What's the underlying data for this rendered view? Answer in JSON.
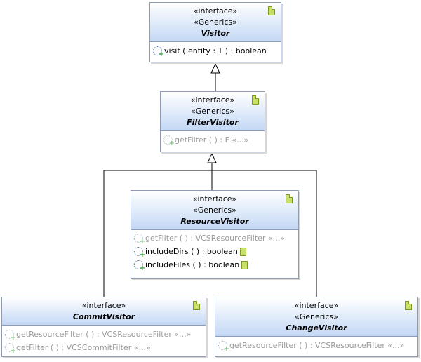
{
  "stereotype_interface": "«interface»",
  "stereotype_generics": "«Generics»",
  "classes": {
    "visitor": {
      "name": "Visitor",
      "ops": [
        {
          "text": "visit ( entity : T ) :  boolean"
        }
      ]
    },
    "filter_visitor": {
      "name": "FilterVisitor",
      "ops": [
        {
          "text": "getFilter ( ) :  F «...»"
        }
      ]
    },
    "resource_visitor": {
      "name": "ResourceVisitor",
      "ops": [
        {
          "text": "getFilter ( ) :  VCSResourceFilter «...»"
        },
        {
          "text": "includeDirs ( ) :  boolean"
        },
        {
          "text": "includeFiles ( ) :  boolean"
        }
      ]
    },
    "commit_visitor": {
      "name": "CommitVisitor",
      "ops": [
        {
          "text": "getResourceFilter ( ) :  VCSResourceFilter «...»"
        },
        {
          "text": "getFilter ( ) :  VCSCommitFilter «...»"
        }
      ]
    },
    "change_visitor": {
      "name": "ChangeVisitor",
      "ops": [
        {
          "text": "getResourceFilter ( ) :  VCSResourceFilter «...»"
        }
      ]
    }
  },
  "icons": {
    "class_icon": "document-icon",
    "method_icon": "method-public-icon",
    "annotation_icon": "note-icon"
  },
  "colors": {
    "header_gradient_end": "#c3d8f5",
    "border": "#8e9bb3",
    "inherited_text": "#9a9a9a"
  }
}
